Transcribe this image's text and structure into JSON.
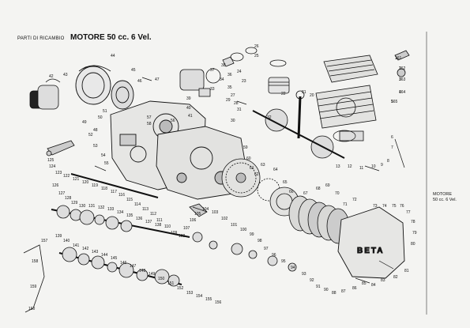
{
  "header": {
    "subtitle": "PARTI DI RICAMBIO",
    "title": "MOTORE 50 cc. 6 Vel."
  },
  "side_label": {
    "line1": "MOTORE",
    "line2": "50 cc. 6 Vel."
  },
  "cover_brand": "BETA",
  "part_numbers": [
    "1",
    "2",
    "3",
    "4",
    "5",
    "6",
    "7",
    "8",
    "9",
    "10",
    "11",
    "12",
    "13",
    "20",
    "21",
    "22",
    "23",
    "24",
    "25",
    "26",
    "27",
    "28",
    "29",
    "30",
    "31",
    "32",
    "33",
    "34",
    "35",
    "36",
    "37",
    "38",
    "39",
    "40",
    "41",
    "42",
    "43",
    "44",
    "45",
    "46",
    "47",
    "48",
    "49",
    "50",
    "51",
    "52",
    "53",
    "54",
    "55",
    "56",
    "57",
    "58",
    "59",
    "60",
    "61",
    "62",
    "63",
    "64",
    "65",
    "66",
    "67",
    "68",
    "69",
    "70",
    "71",
    "72",
    "73",
    "74",
    "75",
    "76",
    "77",
    "78",
    "79",
    "80",
    "81",
    "82",
    "83",
    "84",
    "85",
    "86",
    "87",
    "88",
    "90",
    "91",
    "92",
    "93",
    "94",
    "95",
    "96",
    "97",
    "98",
    "99",
    "100",
    "101",
    "102",
    "103",
    "104",
    "105",
    "106",
    "107",
    "108",
    "109",
    "110",
    "111",
    "112",
    "113",
    "114",
    "115",
    "116",
    "117",
    "118",
    "119",
    "120",
    "121",
    "122",
    "123",
    "124",
    "125",
    "126",
    "127",
    "128",
    "129",
    "130",
    "131",
    "132",
    "133",
    "134",
    "135",
    "136",
    "137",
    "138",
    "139",
    "140",
    "141",
    "142",
    "143",
    "144",
    "145",
    "146",
    "147",
    "148",
    "149",
    "150",
    "151",
    "152",
    "153",
    "154",
    "155",
    "156",
    "157",
    "158",
    "159",
    "160",
    "161",
    "162",
    "163",
    "164",
    "165"
  ]
}
